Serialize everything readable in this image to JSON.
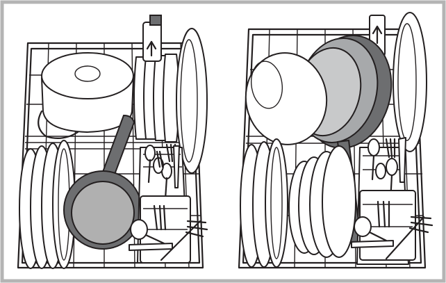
{
  "figure": {
    "panels": [
      {
        "id": "left",
        "contents": [
          "rack",
          "casserole-dish",
          "plates",
          "saucepan",
          "cutlery-basket"
        ]
      },
      {
        "id": "right",
        "contents": [
          "rack",
          "large-bowl",
          "frying-pans",
          "plates",
          "cutlery-basket"
        ]
      }
    ],
    "colors": {
      "frame": "#b4b4b4",
      "line": "#231f20",
      "light_fill": "#ffffff",
      "mid_gray": "#a7a9ab",
      "dark_gray": "#6d6e70",
      "pan_inner": "#b0b0b0"
    },
    "icons": [
      "direction-arrow-icon"
    ]
  }
}
